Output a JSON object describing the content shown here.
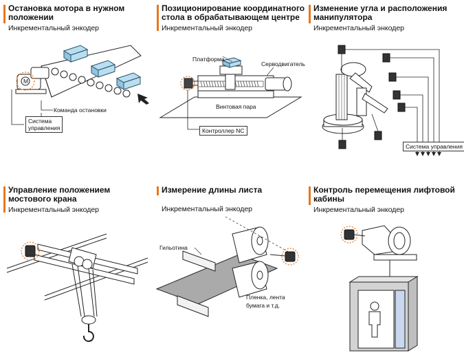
{
  "panels": [
    {
      "title_line1": "Остановка мотора в нужном",
      "title_line2": "положении",
      "subtitle": "Инкрементальный энкодер",
      "labels": {
        "stop_command": "Команда остановки",
        "control_system_line1": "Система",
        "control_system_line2": "управления",
        "motor_symbol": "M"
      }
    },
    {
      "title_line1": "Позиционирование координатного",
      "title_line2": "стола в обрабатывающем центре",
      "subtitle": "Инкрементальный энкодер",
      "labels": {
        "platform": "Платформа",
        "servo": "Серводвигатель",
        "screw_pair": "Винтовая пара",
        "nc_controller": "Контроллер NC"
      }
    },
    {
      "title_line1": "Изменение угла и расположения",
      "title_line2": "манипулятора",
      "subtitle": "Инкрементальный энкодер",
      "labels": {
        "control_system": "Система управления"
      }
    },
    {
      "title_line1": "Управление положением",
      "title_line2": "мостового крана",
      "subtitle": "Инкрементальный энкодер",
      "labels": {}
    },
    {
      "title_line1": "Измерение длины листа",
      "title_line2": "",
      "subtitle": "Инкрементальный энкодер",
      "labels": {
        "guillotine": "Гильотина",
        "film_line1": "Пленка, лента",
        "film_line2": "бумага и т.д."
      }
    },
    {
      "title_line1": "Контроль перемещения лифтовой",
      "title_line2": "кабины",
      "subtitle": "Инкрементальный энкодер",
      "labels": {}
    }
  ],
  "colors": {
    "accent": "#e8761c",
    "box_fill": "#b8dff0",
    "box_stroke": "#2b4d66",
    "window_fill": "#c9d8ef"
  }
}
